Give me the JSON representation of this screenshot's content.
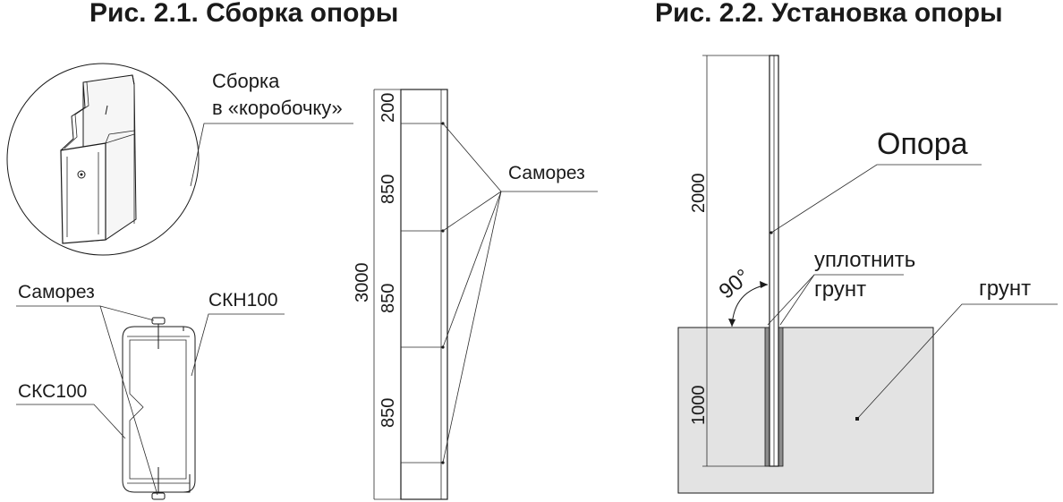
{
  "fig1": {
    "title": "Рис. 2.1. Сборка опоры",
    "assembly_label_line1": "Сборка",
    "assembly_label_line2": "в «коробочку»",
    "screw_label_section": "Саморез",
    "skn_label": "СКН100",
    "sks_label": "СКС100",
    "screw_label_post": "Саморез",
    "dims": {
      "total": "3000",
      "top": "200",
      "seg1": "850",
      "seg2": "850",
      "seg3": "850"
    }
  },
  "fig2": {
    "title": "Рис. 2.2. Установка опоры",
    "post_label": "Опора",
    "compact_line1": "уплотнить",
    "compact_line2": "грунт",
    "soil_label": "грунт",
    "angle_label": "90°",
    "dim_above": "2000",
    "dim_below": "1000"
  },
  "colors": {
    "ink": "#1a1a1a",
    "soil_fill": "#e3e3e3",
    "compact_fill": "#8c8c8c"
  }
}
